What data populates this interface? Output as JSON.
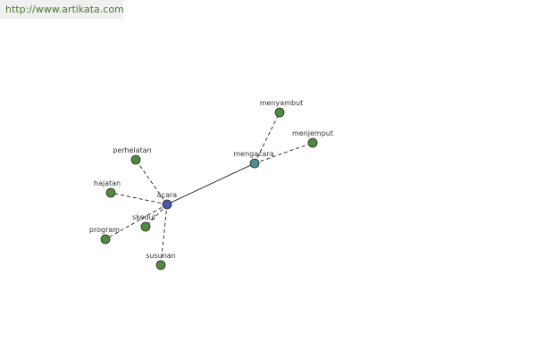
{
  "banner": {
    "url": "http://www.artikata.com"
  },
  "colors": {
    "center_node": "#4a56a8",
    "hub_node": "#4a8f95",
    "leaf_node": "#4f8a3e",
    "node_stroke": "#2b2b2b",
    "edge": "#000000"
  },
  "graph": {
    "nodes": [
      {
        "id": "acara",
        "label": "acara",
        "role": "center"
      },
      {
        "id": "mengacara",
        "label": "mengacara",
        "role": "hub"
      },
      {
        "id": "menyambut",
        "label": "menyambut",
        "role": "leaf"
      },
      {
        "id": "menjemput",
        "label": "menjemput",
        "role": "leaf"
      },
      {
        "id": "perhelatan",
        "label": "perhelatan",
        "role": "leaf"
      },
      {
        "id": "hajatan",
        "label": "hajatan",
        "role": "leaf"
      },
      {
        "id": "skedul",
        "label": "skedul",
        "role": "leaf"
      },
      {
        "id": "program",
        "label": "program",
        "role": "leaf"
      },
      {
        "id": "susunan",
        "label": "susunan",
        "role": "leaf"
      }
    ],
    "edges": [
      {
        "from": "acara",
        "to": "mengacara",
        "style": "solid"
      },
      {
        "from": "mengacara",
        "to": "menyambut",
        "style": "dashed"
      },
      {
        "from": "mengacara",
        "to": "menjemput",
        "style": "dashed"
      },
      {
        "from": "acara",
        "to": "perhelatan",
        "style": "dashed"
      },
      {
        "from": "acara",
        "to": "hajatan",
        "style": "dashed"
      },
      {
        "from": "acara",
        "to": "skedul",
        "style": "dashed"
      },
      {
        "from": "acara",
        "to": "program",
        "style": "dashed"
      },
      {
        "from": "acara",
        "to": "susunan",
        "style": "dashed"
      }
    ]
  }
}
